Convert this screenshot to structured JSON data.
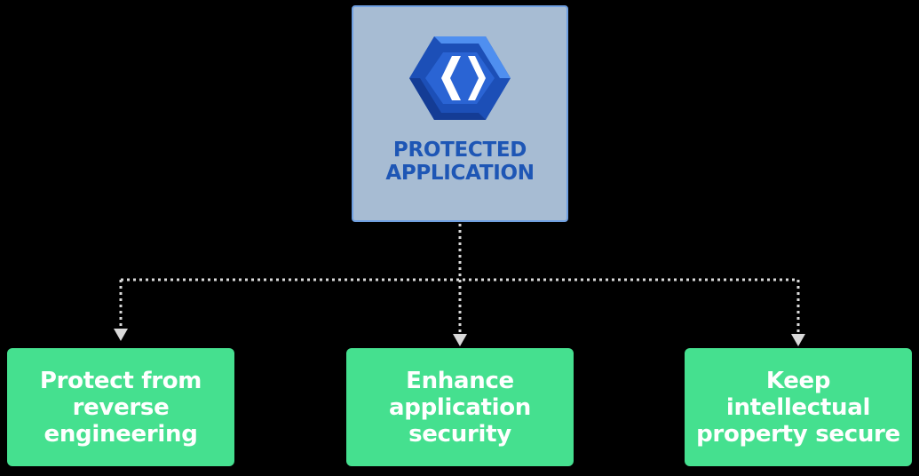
{
  "diagram": {
    "root": {
      "icon": "hexagon-code-logo-icon",
      "title_lines": [
        "PROTECTED",
        "APPLICATION"
      ]
    },
    "children": [
      {
        "lines": [
          "Protect from",
          "reverse",
          "engineering"
        ]
      },
      {
        "lines": [
          "Enhance",
          "application",
          "security"
        ]
      },
      {
        "lines": [
          "Keep",
          "intellectual",
          "property secure"
        ]
      }
    ],
    "colors": {
      "background": "#000000",
      "root_fill": "#a7bcd3",
      "root_border": "#6f9fe0",
      "root_text": "#1e56b5",
      "child_fill": "#45e08f",
      "child_text": "#ffffff",
      "connector": "#d9d9d9"
    }
  }
}
